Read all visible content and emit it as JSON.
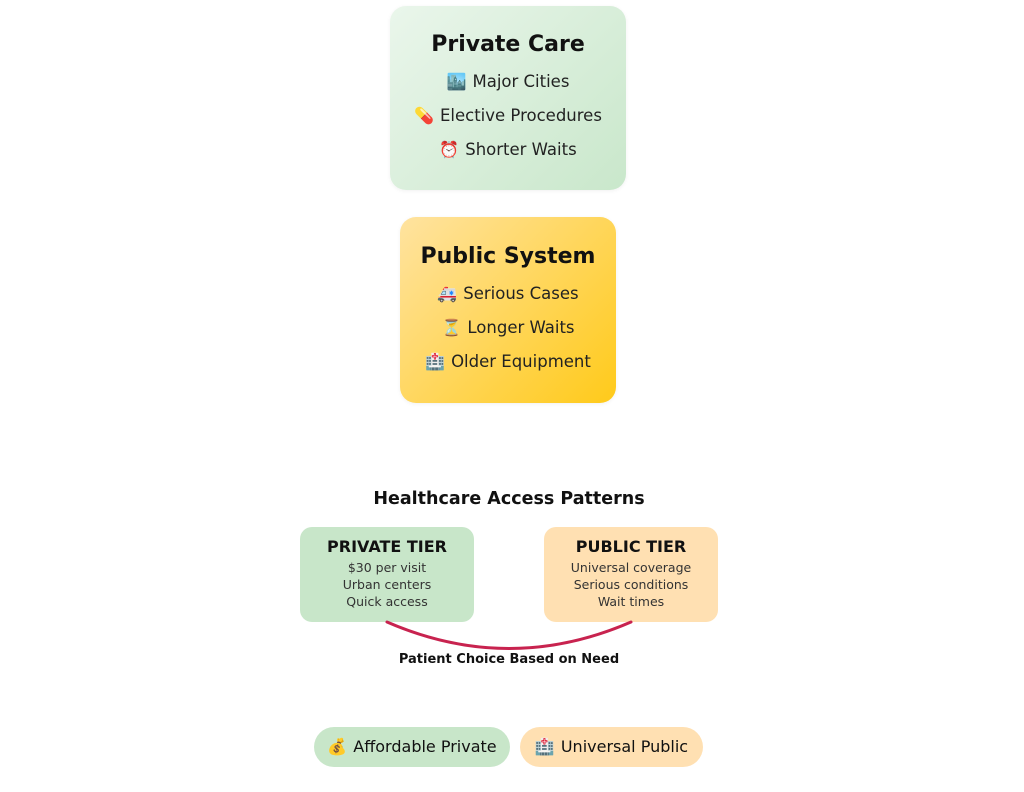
{
  "private_care": {
    "title": "Private Care",
    "items": [
      {
        "icon": "🏙️",
        "icon_name": "city-icon",
        "label": "Major Cities"
      },
      {
        "icon": "💊",
        "icon_name": "pill-icon",
        "label": "Elective Procedures"
      },
      {
        "icon": "⏰",
        "icon_name": "alarm-clock-icon",
        "label": "Shorter Waits"
      }
    ]
  },
  "public_system": {
    "title": "Public System",
    "items": [
      {
        "icon": "🚑",
        "icon_name": "ambulance-icon",
        "label": "Serious Cases"
      },
      {
        "icon": "⏳",
        "icon_name": "hourglass-icon",
        "label": "Longer Waits"
      },
      {
        "icon": "🏥",
        "icon_name": "hospital-icon",
        "label": "Older Equipment"
      }
    ]
  },
  "access": {
    "title": "Healthcare Access Patterns",
    "private_tier": {
      "title": "PRIVATE TIER",
      "lines": [
        "$30 per visit",
        "Urban centers",
        "Quick access"
      ]
    },
    "public_tier": {
      "title": "PUBLIC TIER",
      "lines": [
        "Universal coverage",
        "Serious conditions",
        "Wait times"
      ]
    },
    "connector_label": "Patient Choice Based on Need"
  },
  "legend": [
    {
      "icon": "💰",
      "icon_name": "money-bag-icon",
      "label": "Affordable Private"
    },
    {
      "icon": "🏥",
      "icon_name": "hospital-icon",
      "label": "Universal Public"
    }
  ],
  "colors": {
    "green": "#c8e6c9",
    "orange": "#ffe0b2",
    "amber": "#ffc107",
    "connector": "#c8234f"
  }
}
